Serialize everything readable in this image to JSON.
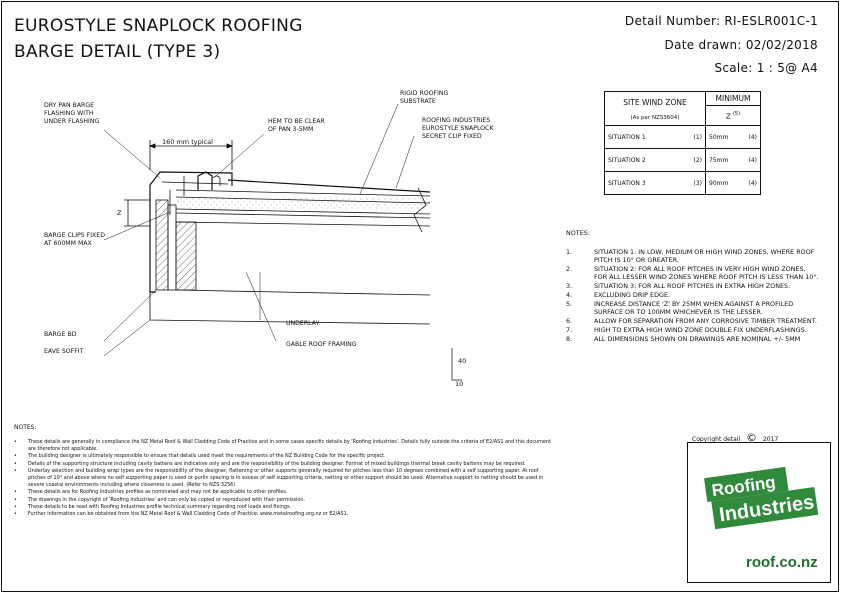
{
  "title": {
    "line1": "EUROSTYLE SNAPLOCK ROOFING",
    "line2": "BARGE DETAIL (TYPE 3)"
  },
  "meta": {
    "detail_number": "Detail Number:  RI-ESLR001C-1",
    "date_drawn": "Date drawn:  02/02/2018",
    "scale": "Scale:   1 : 5@ A4"
  },
  "labels": {
    "dry_pan": "DRY PAN BARGE\nFLASHING WITH\nUNDER FLASHING",
    "hem": "HEM TO BE CLEAR\nOF PAN 3-5mm",
    "rigid": "RIGID ROOFING\nSUBSTRATE",
    "secret_clip": "ROOFING INDUSTRIES\nEUROSTYLE SNAPLOCK\nSECRET CLIP FIXED",
    "barge_clips": "BARGE CLIPS FIXED\nAT 600mm MAX",
    "underlay": "UNDERLAY",
    "barge_bd": "BARGE BD",
    "gable": "GABLE ROOF FRAMING",
    "eave_soffit": "EAVE SOFFIT",
    "dim_160": "160 mm typical",
    "dim_z": "Z",
    "pitch_rise": "40",
    "pitch_run": "10"
  },
  "wind_table": {
    "header_zone": "SITE WIND ZONE",
    "header_zone_sub": "(As per NZS3604)",
    "header_min": "MINIMUM",
    "header_z": "Z",
    "header_z_ref": "(5)",
    "rows": [
      {
        "situation": "SITUATION 1",
        "ref": "(1)",
        "min": "50mm",
        "min_ref": "(4)"
      },
      {
        "situation": "SITUATION 2",
        "ref": "(2)",
        "min": "75mm",
        "min_ref": "(4)"
      },
      {
        "situation": "SITUATION 3",
        "ref": "(3)",
        "min": "90mm",
        "min_ref": "(4)"
      }
    ]
  },
  "notes_right": {
    "heading": "NOTES:",
    "items": [
      {
        "num": "1.",
        "text": "SITUATION 1: IN LOW, MEDIUM OR HIGH WIND ZONES, WHERE ROOF PITCH IS 10° OR GREATER."
      },
      {
        "num": "2.",
        "text": "SITUATION 2: FOR ALL ROOF PITCHES IN VERY HIGH WIND ZONES, FOR ALL LESSER WIND ZONES WHERE ROOF PITCH IS LESS THAN 10°."
      },
      {
        "num": "3.",
        "text": "SITUATION 3: FOR ALL ROOF PITCHES IN EXTRA HIGH ZONES."
      },
      {
        "num": "4.",
        "text": "EXCLUDING DRIP EDGE."
      },
      {
        "num": "5.",
        "text": "INCREASE DISTANCE 'Z' BY 25mm WHEN AGAINST A PROFILED SURFACE OR TO 100mm WHICHEVER IS THE LESSER."
      },
      {
        "num": "6.",
        "text": "ALLOW FOR SEPARATION FROM ANY CORROSIVE TIMBER TREATMENT."
      },
      {
        "num": "7.",
        "text": "HIGH TO EXTRA HIGH WIND ZONE DOUBLE FIX UNDERFLASHINGS."
      },
      {
        "num": "8.",
        "text": "ALL DIMENSIONS SHOWN ON DRAWINGS ARE NOMINAL +/- 5mm"
      }
    ]
  },
  "notes_left": {
    "heading": "NOTES:",
    "items": [
      "These details are generally in compliance the NZ Metal Roof & Wall Cladding Code of Practice and in some cases specific details by 'Roofing Industries'. Details fully outside the criteria of E2/AS1 and this document are therefore not applicable.",
      "The building designer is ultimately responsible to ensure that details used meet the requirements of the NZ Building Code for the specific project.",
      "Details of the supporting structure including cavity battens are indicative only and are the responsibility of the building designer. Format of mixed buildings thermal break cavity battens may be required.",
      "Underlay selection and building wrap types are the responsibility of the designer, flattening or other supports generally required for pitches less than 10 degrees combined with a self supporting paper. At roof pitches of 10° and above where no self supporting paper is used or purlin spacing is in excess of self supporting criteria, netting or other support should be used. Alternative support to netting should be used in severe coastal environments including where closeness is used. (Refer to NZS 3256)",
      "These details are for Roofing Industries profiles as nominated and may not be applicable to other profiles.",
      "The drawings in the copyright of 'Roofing Industries' and can only be copied or reproduced with their permission.",
      "These details to be read with Roofing Industries profile technical summary regarding roof loads and fixings.",
      "Further information can be obtained from the NZ Metal Roof & Wall Cladding Code of Practice: www.metalroofing.org.nz or E2/AS1."
    ]
  },
  "copyright": {
    "text": "Copyright detail",
    "symbol": "©",
    "year": "2017"
  },
  "logo": {
    "line1": "Roofing",
    "line2": "Industries",
    "url": "roof.co.nz",
    "bg": "#2f8a3c",
    "text_color": "#ffffff",
    "url_color": "#1f6e2c"
  }
}
